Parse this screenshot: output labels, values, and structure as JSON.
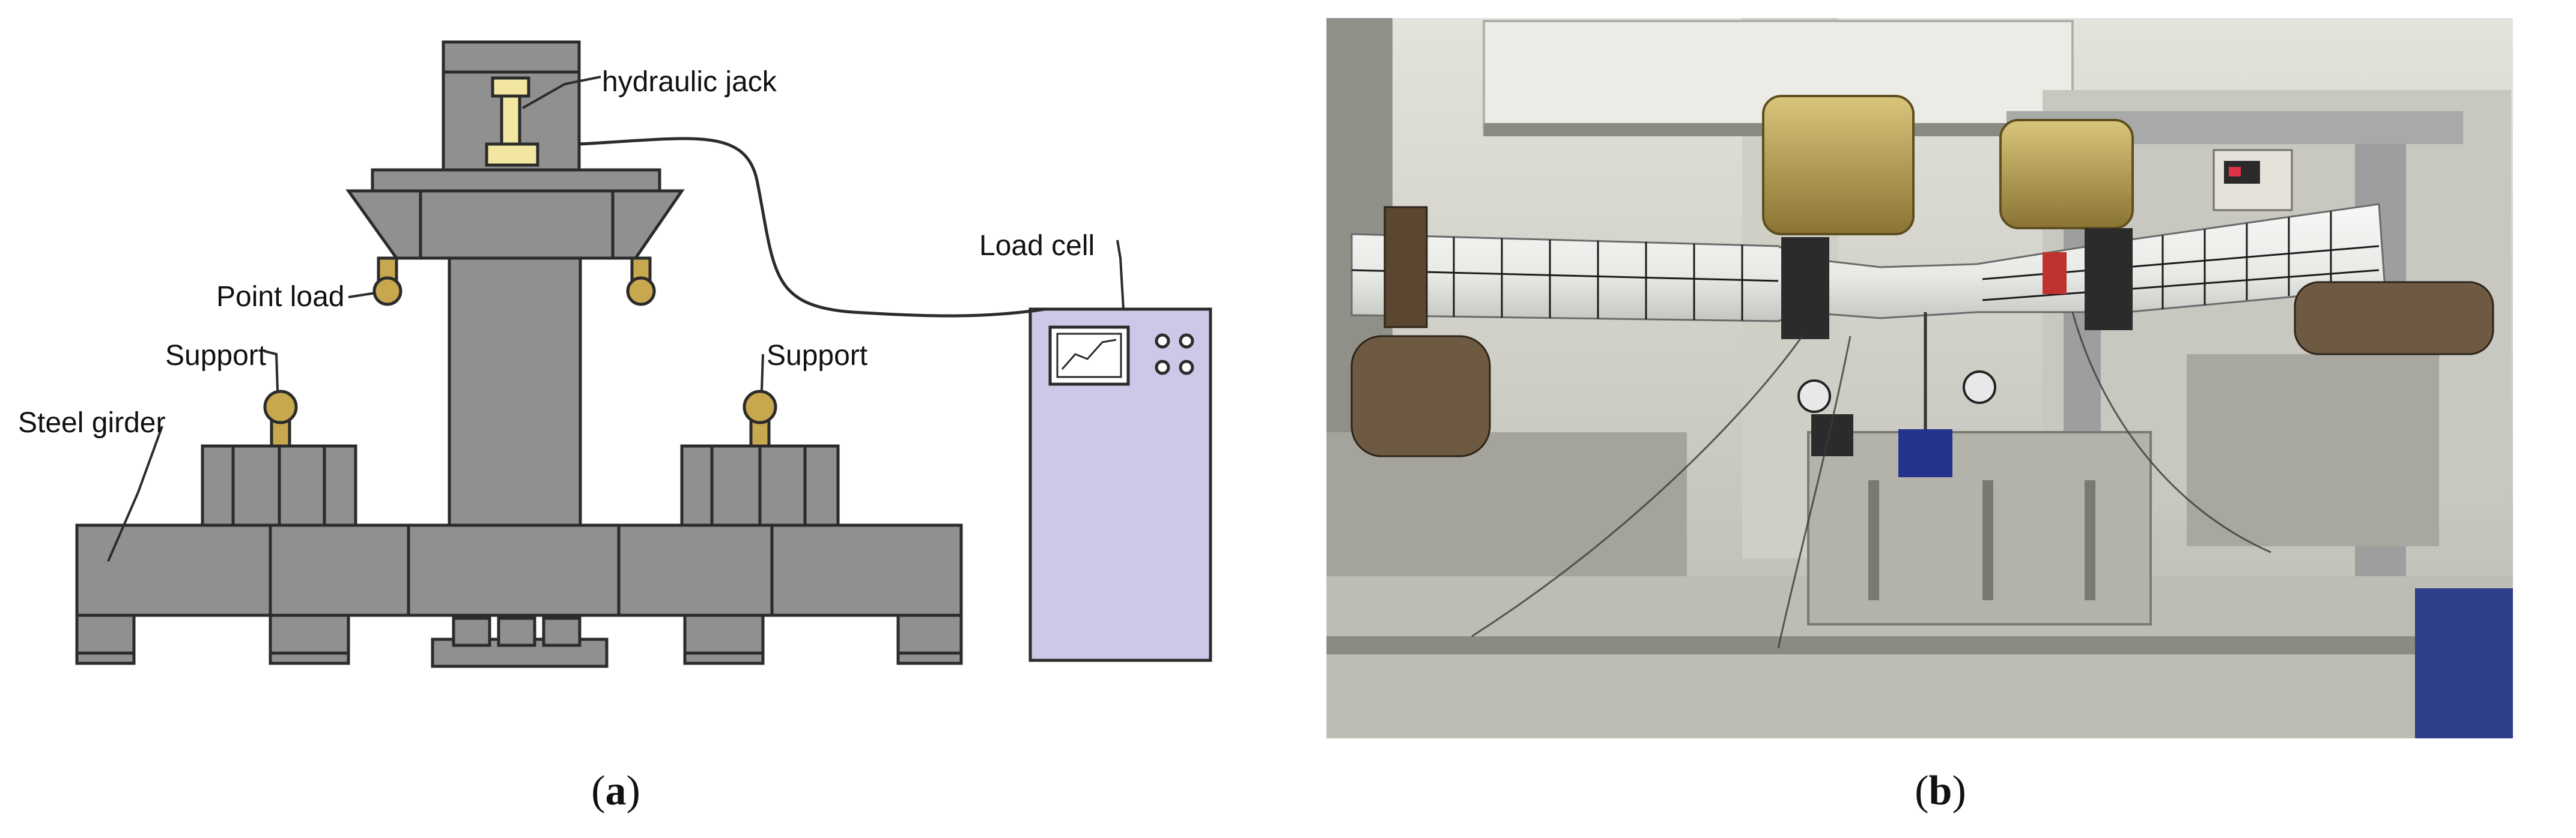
{
  "panel_a": {
    "labels": {
      "hydraulic_jack": "hydraulic jack",
      "load_cell": "Load cell",
      "point_load": "Point load",
      "support_left": "Support",
      "support_right": "Support",
      "steel_girder": "Steel girder"
    },
    "caption_letter": "a"
  },
  "panel_b": {
    "caption_letter": "b"
  },
  "colors": {
    "frame_gray": "#909090",
    "jack_yellow": "#f2e6a2",
    "roller_tan": "#c8a84f",
    "load_cell_box": "#ccc8e8",
    "photo_wall": "#dcdcd4",
    "specimen_white": "#eef0ee"
  }
}
